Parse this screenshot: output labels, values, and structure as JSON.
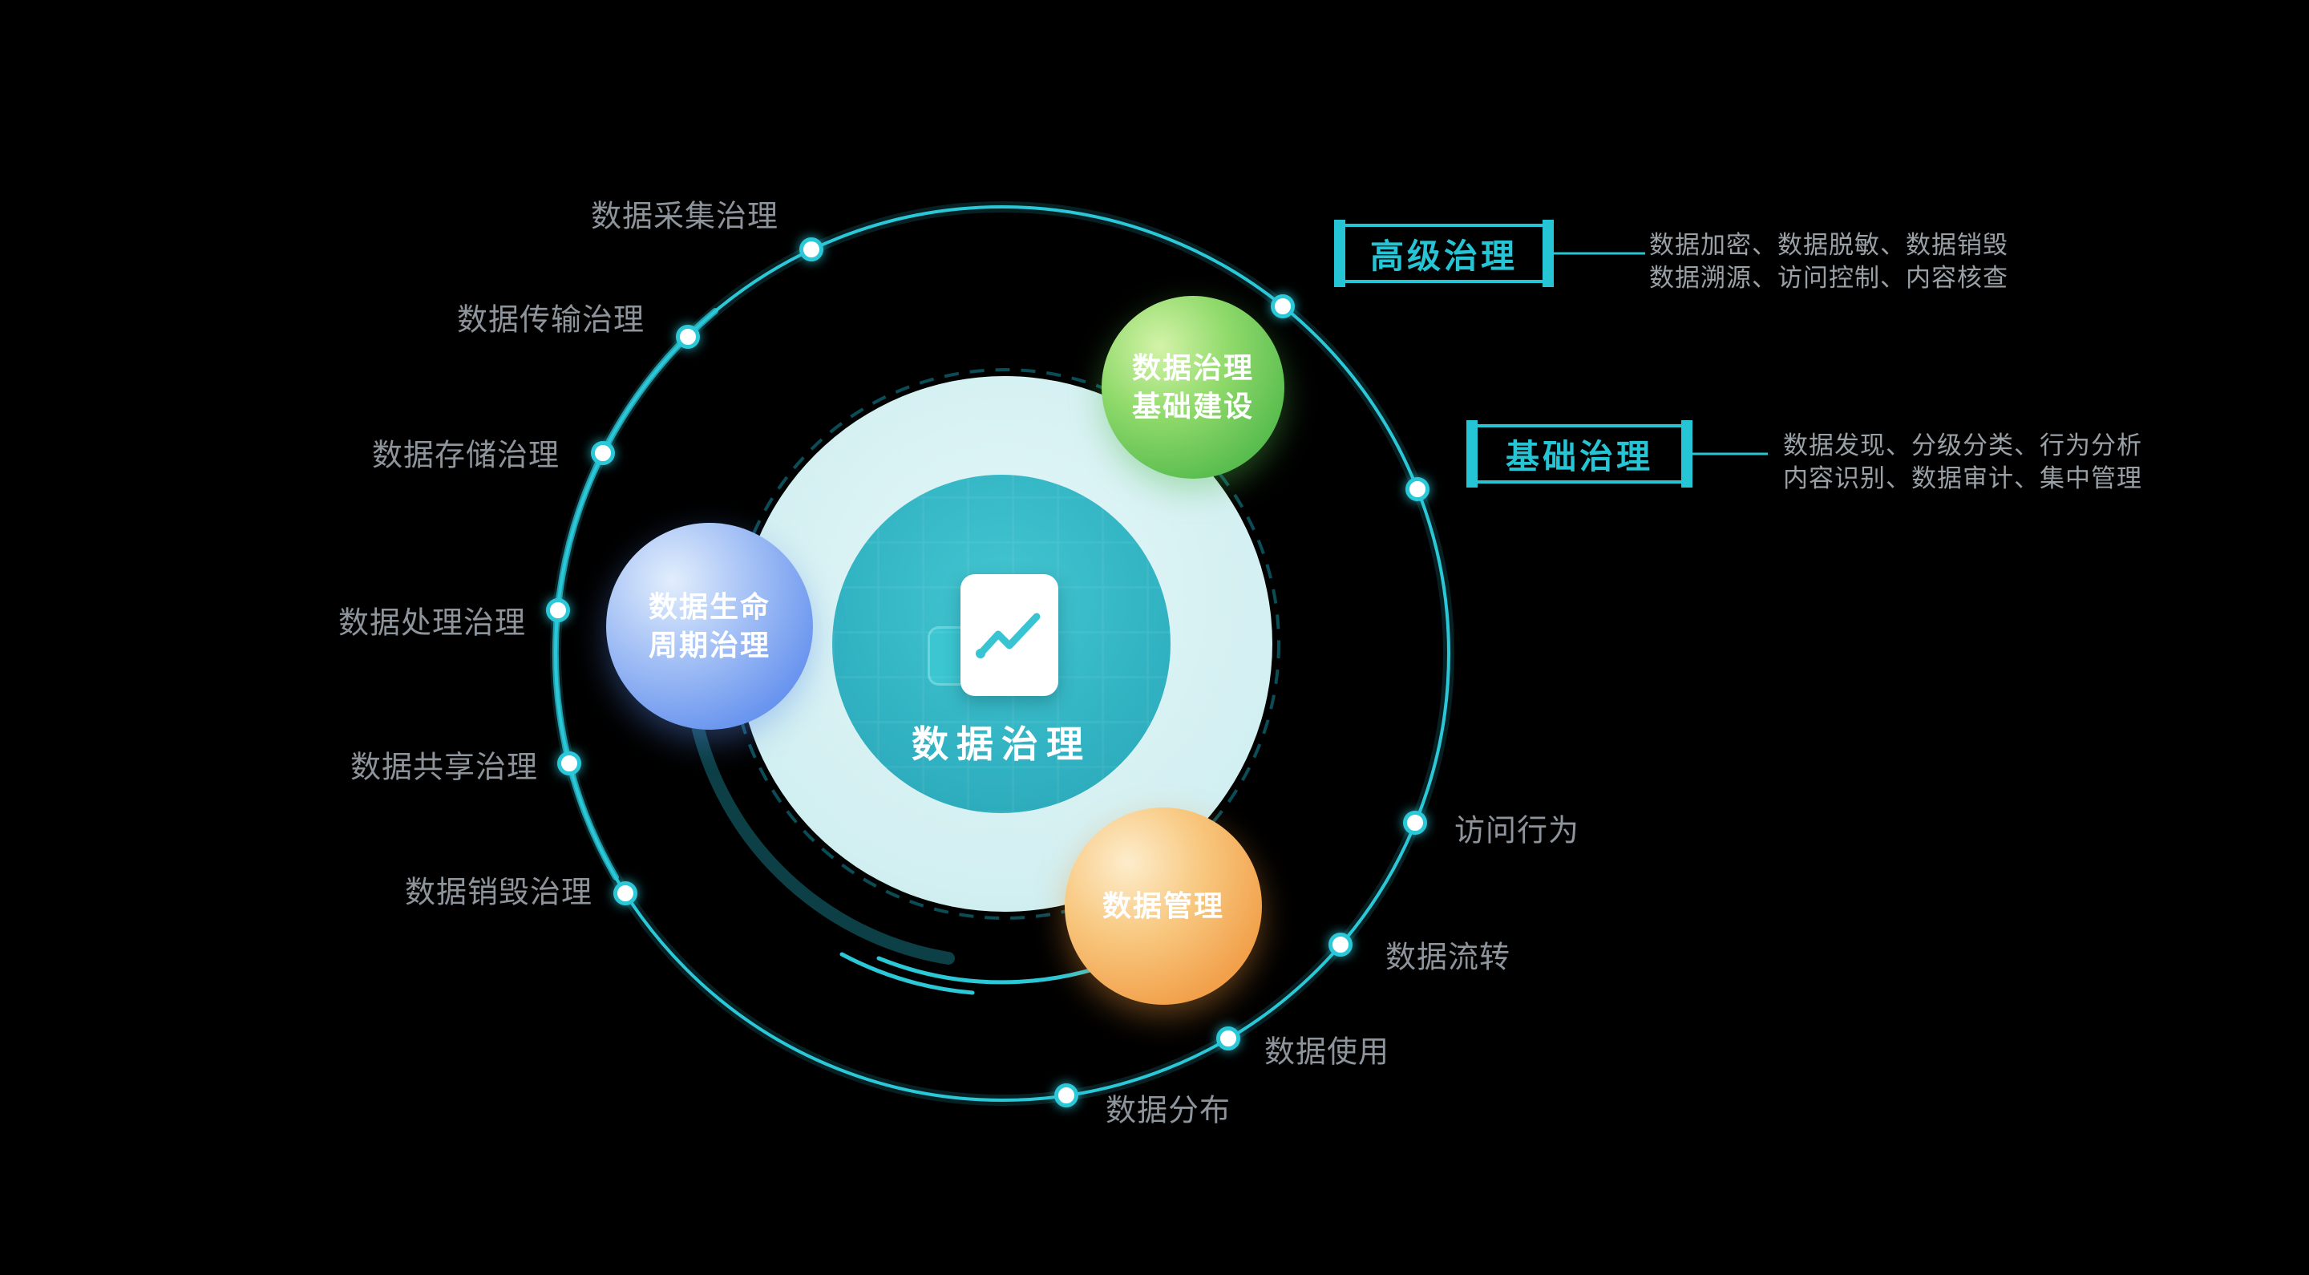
{
  "center": {
    "label": "数据治理"
  },
  "spheres": [
    {
      "id": "green",
      "line1": "数据治理",
      "line2": "基础建设"
    },
    {
      "id": "blue",
      "line1": "数据生命",
      "line2": "周期治理"
    },
    {
      "id": "orange",
      "line1": "数据管理"
    }
  ],
  "ring_nodes": [
    {
      "label": "数据采集治理"
    },
    {
      "label": "数据传输治理"
    },
    {
      "label": "数据存储治理"
    },
    {
      "label": "数据处理治理"
    },
    {
      "label": "数据共享治理"
    },
    {
      "label": "数据销毁治理"
    },
    {
      "label": "数据分布"
    },
    {
      "label": "数据使用"
    },
    {
      "label": "数据流转"
    },
    {
      "label": "访问行为"
    }
  ],
  "callouts": [
    {
      "title": "高级治理",
      "desc1": "数据加密、数据脱敏、数据销毁",
      "desc2": "数据溯源、访问控制、内容核查"
    },
    {
      "title": "基础治理",
      "desc1": "数据发现、分级分类、行为分析",
      "desc2": "内容识别、数据审计、集中管理"
    }
  ],
  "icons": {
    "center_icon": "trend-chart-document-icon"
  },
  "colors": {
    "background": "#000000",
    "accent_teal": "#2bc8d8",
    "core_teal": "#2fb3c2",
    "pale_ring": "#d2eff1",
    "sphere_green": "#58bc4e",
    "sphere_blue": "#5b8bea",
    "sphere_orange": "#f0993d",
    "label_gray": "#8d949b",
    "callout_teal": "#25c5d5"
  }
}
